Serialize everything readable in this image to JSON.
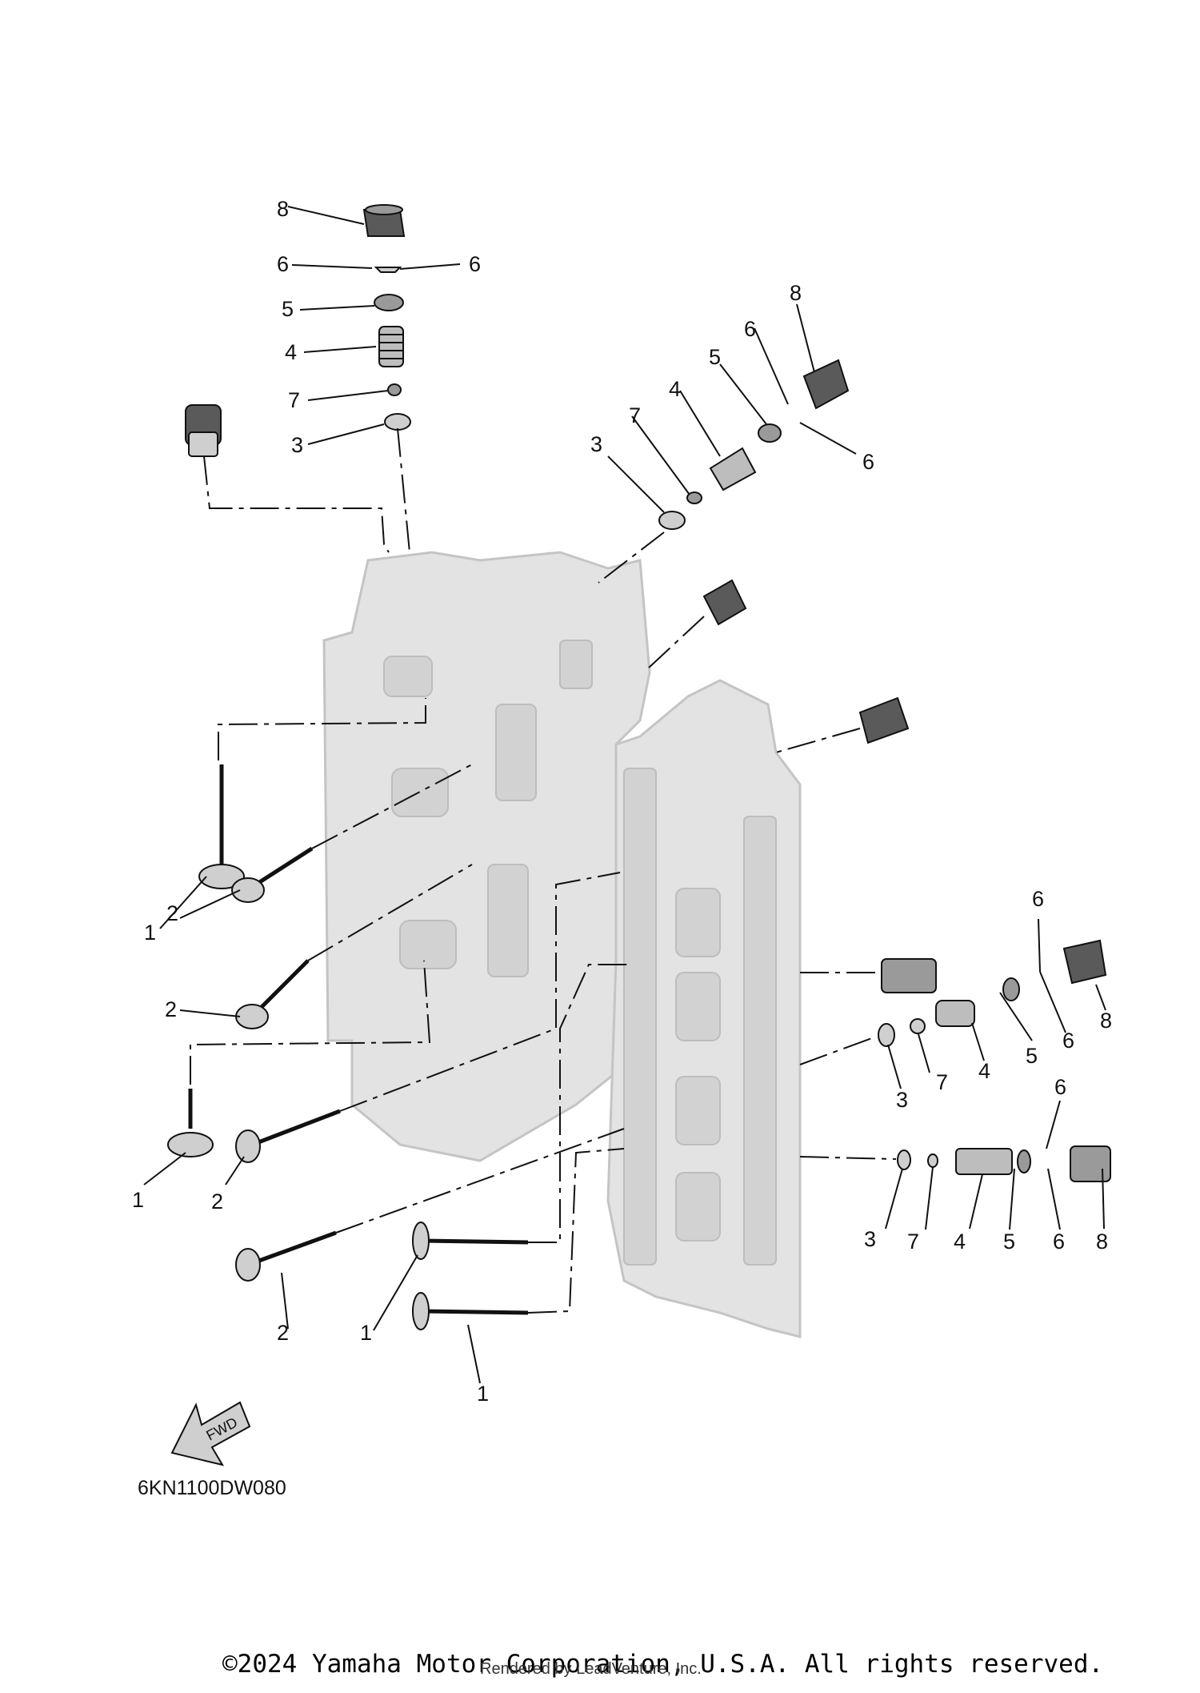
{
  "diagram": {
    "code": "6KN1100DW080",
    "fwd_label": "FWD",
    "copyright": "©2024 Yamaha Motor Corporation, U.S.A. All rights reserved.",
    "rendered_by": "Rendered by LeadVenture, Inc."
  },
  "callouts": [
    "1",
    "2",
    "3",
    "4",
    "5",
    "6",
    "7",
    "8"
  ],
  "parts": [
    {
      "ref": "1",
      "kind": "intake valve"
    },
    {
      "ref": "2",
      "kind": "exhaust valve"
    },
    {
      "ref": "3",
      "kind": "valve seat washer"
    },
    {
      "ref": "4",
      "kind": "valve spring"
    },
    {
      "ref": "5",
      "kind": "spring retainer"
    },
    {
      "ref": "6",
      "kind": "valve cotter"
    },
    {
      "ref": "7",
      "kind": "valve stem seal"
    },
    {
      "ref": "8",
      "kind": "valve lifter"
    }
  ],
  "colors": {
    "ink": "#111111",
    "block_fill": "#e3e3e3",
    "part_dark": "#5a5a5a"
  }
}
